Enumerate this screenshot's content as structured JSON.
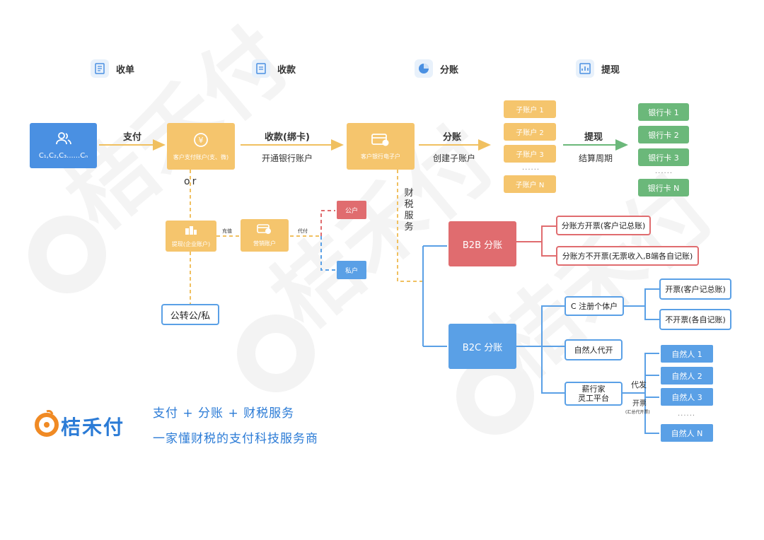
{
  "stages": [
    {
      "label": "收单",
      "icon": "receipt-icon"
    },
    {
      "label": "收款",
      "icon": "document-icon"
    },
    {
      "label": "分账",
      "icon": "pie-chart-icon"
    },
    {
      "label": "提现",
      "icon": "report-icon"
    }
  ],
  "nodes": {
    "customers": "C₁,C₂,C₃......Cₙ",
    "customer_pay_account": "客户支付账户(支、微)",
    "customer_bank_ecommerce": "客户银行电子户",
    "withdraw_enterprise": "提现(企业账户)",
    "marketing_account": "营销账户",
    "public_account": "公户",
    "private_account": "私户",
    "transfer": "公转公/私",
    "b2b": "B2B 分账",
    "b2c": "B2C 分账",
    "b2b_option1": "分账方开票(客户记总账)",
    "b2b_option2": "分账方不开票(无票收入,B端各自记账)",
    "c_register": "C 注册个体户",
    "c_invoice": "开票(客户记总账)",
    "c_no_invoice": "不开票(各自记账)",
    "natural_proxy": "自然人代开",
    "platform": [
      "薪行家",
      "灵工平台"
    ]
  },
  "sub_accounts": [
    "子账户 1",
    "子账户 2",
    "子账户 3",
    "子账户 N"
  ],
  "bank_cards": [
    "银行卡 1",
    "银行卡 2",
    "银行卡 3",
    "银行卡 N"
  ],
  "natural_persons": [
    "自然人 1",
    "自然人 2",
    "自然人 3",
    "自然人 N"
  ],
  "ellipsis": "......",
  "edges": {
    "pay": "支付",
    "collect": "收款(绑卡)",
    "open_bank": "开通银行账户",
    "split": "分账",
    "create_sub": "创建子账户",
    "withdraw": "提现",
    "settle": "结算周期",
    "or": "or",
    "recharge": "充值",
    "pay_on_behalf": "代付",
    "tax_service": [
      "财",
      "税",
      "服",
      "务"
    ],
    "issue": "代发",
    "invoice": "开票",
    "invoice_note": "(汇总代开票)"
  },
  "brand": {
    "name": "桔禾付",
    "slogan1": "支付 + 分账 + 财税服务",
    "slogan2": "一家懂财税的支付科技服务商"
  },
  "colors": {
    "blue": "#4a90e2",
    "yellow": "#f5c56d",
    "green": "#6bb87a",
    "red": "#e06c6f",
    "brand_orange": "#f08a24"
  }
}
